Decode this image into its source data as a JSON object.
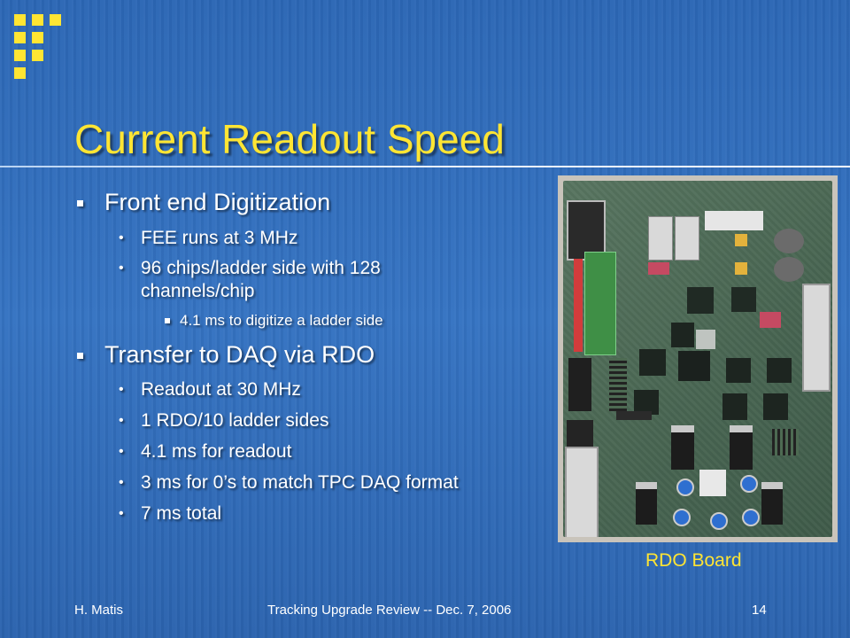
{
  "slide": {
    "title": "Current Readout Speed",
    "bullets": [
      {
        "level": 1,
        "text": "Front end Digitization"
      },
      {
        "level": 2,
        "text": "FEE runs at 3 MHz"
      },
      {
        "level": 2,
        "text": "96 chips/ladder side with 128"
      },
      {
        "level": 2,
        "text": "channels/chip"
      },
      {
        "level": 3,
        "text": "4.1 ms to digitize a ladder side"
      },
      {
        "level": 1,
        "text": "Transfer to DAQ via RDO"
      },
      {
        "level": 2,
        "text": "Readout at 30 MHz"
      },
      {
        "level": 2,
        "text": "1 RDO/10 ladder sides"
      },
      {
        "level": 2,
        "text": "4.1 ms for readout"
      },
      {
        "level": 2,
        "text": "3 ms for 0’s to match TPC DAQ format"
      },
      {
        "level": 2,
        "text": "7 ms total"
      }
    ],
    "image_caption": "RDO Board",
    "footer": {
      "author": "H. Matis",
      "event": "Tracking Upgrade Review -- Dec. 7, 2006",
      "page": "14"
    },
    "colors": {
      "background": "#2f6bb8",
      "title": "#ffe533",
      "text": "#ffffff",
      "caption": "#ffe533",
      "logo": "#ffe533"
    },
    "icons": [
      "logo-squares-icon",
      "square-bullet-icon",
      "round-bullet-icon"
    ]
  }
}
